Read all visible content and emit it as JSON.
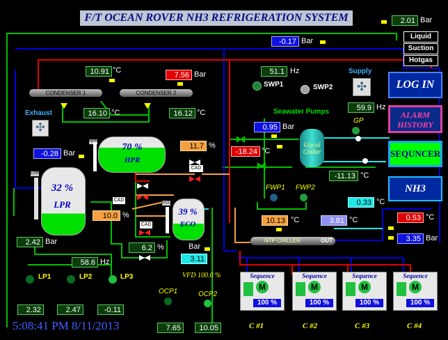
{
  "title": "F/T OCEAN ROVER NH3 REFRIGERATION SYSTEM",
  "datetime": "5:08:41 PM 8/11/2013",
  "legend": {
    "liquid": "Liquid",
    "suction": "Suction",
    "hotgas": "Hotgas"
  },
  "nav": {
    "login": "LOG IN",
    "alarm_history": "ALARM HISTORY",
    "sequencer": "SEQUNCER",
    "nh3": "NH3"
  },
  "readings": {
    "top_right_bar": "2.01",
    "suction_bar": "-0.17",
    "cond1_temp": "10.91",
    "hotgas_bar": "7.56",
    "cond_temp_left": "16.10",
    "cond_temp_right": "16.12",
    "swp_hz": "51.1",
    "supply_hz": "59.9",
    "seawater_bar": "0.95",
    "glycol_temp": "-18.24",
    "glycol_out_temp": "-11.13",
    "hpr_temp": "11.7",
    "lpr_bar": "-0.28",
    "cad_pct": "10.0",
    "eco_pct": "6.2",
    "eco_bar": "3.11",
    "gp_bar": "0.33",
    "ntp_temp": "10.13",
    "ntp_out": "3.81",
    "chiller_temp": "0.53",
    "chiller_bar": "3.35",
    "lp_bar": "2.42",
    "lp_hz": "58.6",
    "lp1": "2.32",
    "lp2": "2.47",
    "lp3": "-0.11",
    "ocp1": "7.65",
    "ocp2": "10.05",
    "vfd": "VFD 100.0 %"
  },
  "units": {
    "bar": "Bar",
    "degc": "°C",
    "hz": "Hz",
    "pct": "%"
  },
  "labels": {
    "exhaust": "Exhaust",
    "supply": "Supply",
    "swp1": "SWP1",
    "swp2": "SWP2",
    "seawater_pumps": "Seawater Pumps",
    "gp": "GP",
    "glycol_chiller": "Glycol Chiller",
    "fwp1": "FWP1",
    "fwp2": "FWP2",
    "lp1": "LP1",
    "lp2": "LP2",
    "lp3": "LP3",
    "ocp1": "OCP1",
    "ocp2": "OCP2",
    "cad": "CAD",
    "ecos": "ECOS",
    "hpr_small": "HPR",
    "out": "OUT",
    "cond_left": "CONDENSER 1",
    "cond_right": "CONDENSER 2",
    "ntp": "NTP CHILLER"
  },
  "tanks": {
    "hpr_pct": "70 %",
    "hpr_name": "HPR",
    "lpr_pct": "32 %",
    "lpr_name": "LPR",
    "eco_pct": "39 %",
    "eco_name": "ECO"
  },
  "compressors": [
    {
      "seq": "Sequence",
      "pct": "100 %",
      "name": "C #1"
    },
    {
      "seq": "Sequence",
      "pct": "100 %",
      "name": "C #2"
    },
    {
      "seq": "Sequence",
      "pct": "100 %",
      "name": "C #3"
    },
    {
      "seq": "Sequence",
      "pct": "100 %",
      "name": "C #4"
    }
  ],
  "colors": {
    "liquid": "#00c000",
    "suction": "#0000e0",
    "hotgas": "#e00000",
    "bg": "#000000"
  }
}
